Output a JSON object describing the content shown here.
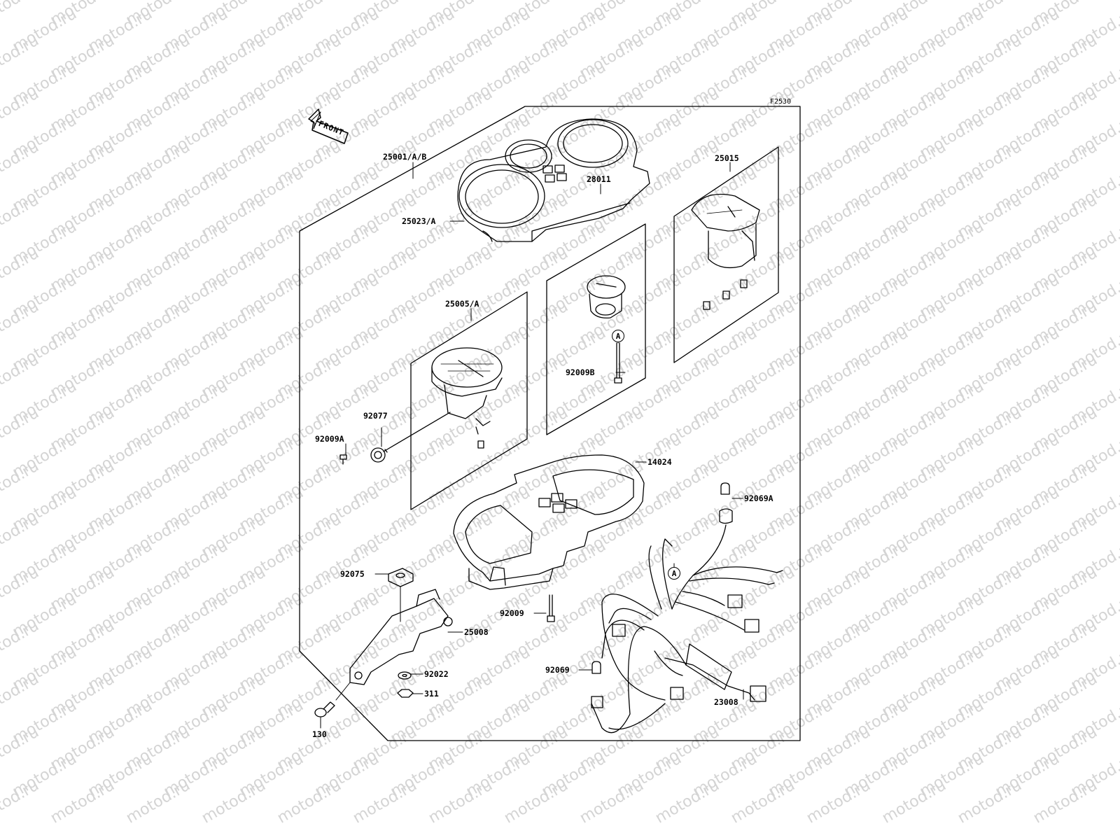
{
  "watermark": "motod.ru",
  "figure_code": "F2530",
  "front_label": "FRONT",
  "parts": {
    "p25001": "25001/A/B",
    "p25023": "25023/A",
    "p25015": "25015",
    "p28011": "28011",
    "p25005": "25005/A",
    "p92009B": "92009B",
    "p92077": "92077",
    "p92009A": "92009A",
    "p14024": "14024",
    "p92069A": "92069A",
    "p92075": "92075",
    "p92009": "92009",
    "p25008": "25008",
    "p92022": "92022",
    "p311": "311",
    "p92069": "92069",
    "p23008": "23008",
    "p130": "130"
  },
  "callouts": {
    "a1": "A",
    "a2": "A"
  }
}
